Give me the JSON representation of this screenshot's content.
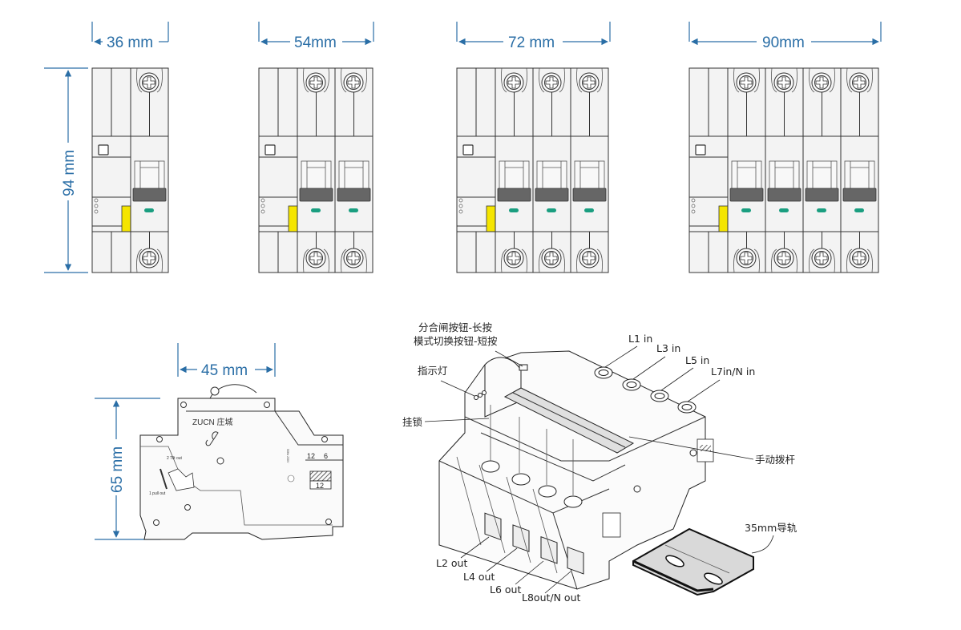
{
  "front_views": [
    {
      "id": "1P+N",
      "width_label": "36 mm",
      "poles": 1
    },
    {
      "id": "2P",
      "width_label": "54mm",
      "poles": 2
    },
    {
      "id": "3P",
      "width_label": "72 mm",
      "poles": 3
    },
    {
      "id": "4P",
      "width_label": "90mm",
      "poles": 4
    }
  ],
  "height_label": "94 mm",
  "side_view": {
    "width_label": "45 mm",
    "height_label": "65 mm",
    "brand": "ZUCN 庄城",
    "pull_out": "1 pull out",
    "tilt_out": "2 Tilt out",
    "strip_top_a": "12",
    "strip_top_b": "6",
    "strip_bottom": "12"
  },
  "iso_callouts": {
    "btn_long": "分合闸按钮-长按",
    "btn_short": "模式切换按钮-短按",
    "indicator": "指示灯",
    "lock": "挂锁",
    "l1_in": "L1 in",
    "l3_in": "L3 in",
    "l5_in": "L5 in",
    "l7_in": "L7in/N in",
    "lever": "手动拨杆",
    "rail": "35mm导轨",
    "l2_out": "L2 out",
    "l4_out": "L4 out",
    "l6_out": "L6 out",
    "l8_out": "L8out/N out"
  },
  "colors": {
    "dimension": "#2a6ea6",
    "led": "#1a9e80",
    "lock_tab": "#f5e500"
  }
}
